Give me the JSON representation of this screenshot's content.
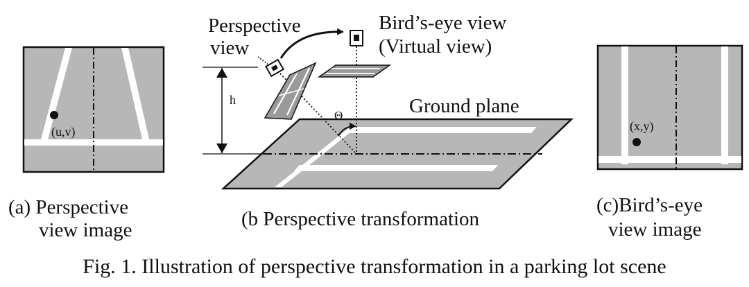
{
  "panel_a": {
    "point_label": "(u,v)",
    "caption_line1": "(a) Perspective",
    "caption_line2": "view image"
  },
  "panel_b": {
    "perspective_line1": "Perspective",
    "perspective_line2": "view",
    "birdseye_line1": "Bird’s-eye view",
    "birdseye_line2": "(Virtual view)",
    "height_label": "h",
    "angle_label": "Θ",
    "ground_label": "Ground plane",
    "caption": "(b Perspective transformation"
  },
  "panel_c": {
    "point_label": "(x,y)",
    "caption_line1": "(c)Bird’s-eye",
    "caption_line2": "view image"
  },
  "figure_caption": "Fig. 1. Illustration of perspective transformation in a parking lot scene",
  "colors": {
    "ground_gray": "#b7b7b7",
    "line_white": "#ffffff",
    "stroke": "#111111"
  }
}
